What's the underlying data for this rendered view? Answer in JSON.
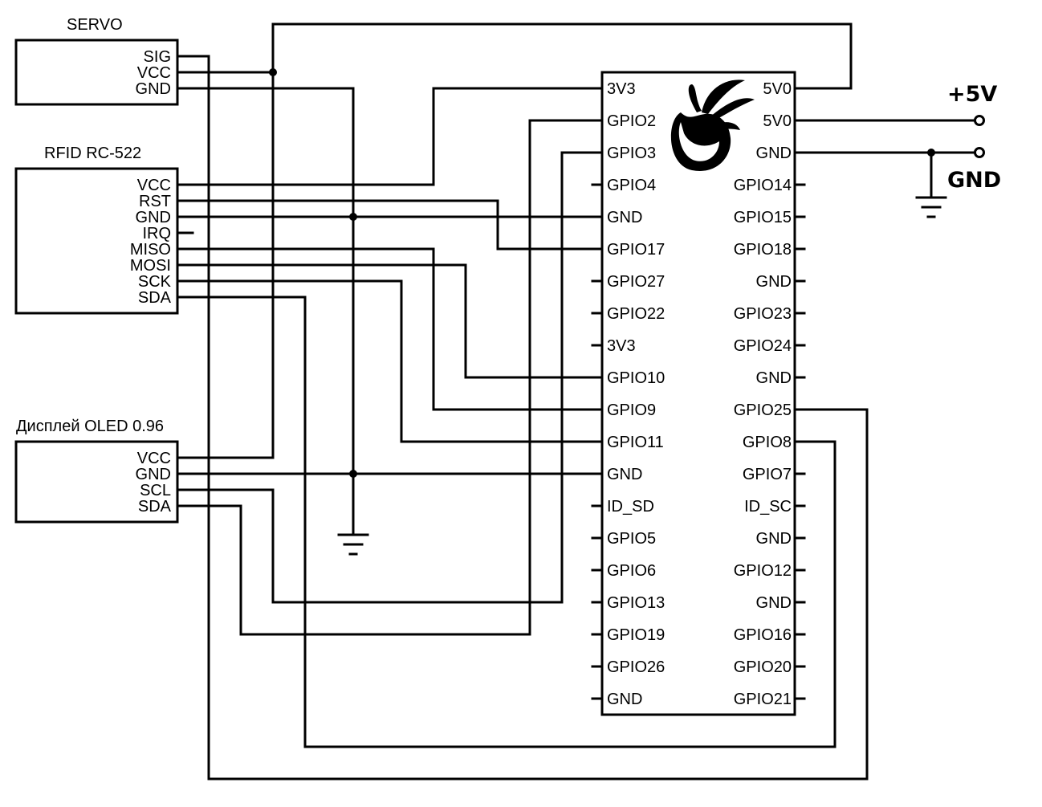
{
  "servo": {
    "title": "SERVO",
    "pins": [
      "SIG",
      "VCC",
      "GND"
    ]
  },
  "rfid": {
    "title": "RFID RC-522",
    "pins": [
      "VCC",
      "RST",
      "GND",
      "IRQ",
      "MISO",
      "MOSI",
      "SCK",
      "SDA"
    ]
  },
  "oled": {
    "title": "Дисплей OLED 0.96",
    "pins": [
      "VCC",
      "GND",
      "SCL",
      "SDA"
    ]
  },
  "pi": {
    "left_pins": [
      "3V3",
      "GPIO2",
      "GPIO3",
      "GPIO4",
      "GND",
      "GPIO17",
      "GPIO27",
      "GPIO22",
      "3V3",
      "GPIO10",
      "GPIO9",
      "GPIO11",
      "GND",
      "ID_SD",
      "GPIO5",
      "GPIO6",
      "GPIO13",
      "GPIO19",
      "GPIO26",
      "GND"
    ],
    "right_pins": [
      "5V0",
      "5V0",
      "GND",
      "GPIO14",
      "GPIO15",
      "GPIO18",
      "GND",
      "GPIO23",
      "GPIO24",
      "GND",
      "GPIO25",
      "GPIO8",
      "GPIO7",
      "ID_SC",
      "GND",
      "GPIO12",
      "GND",
      "GPIO16",
      "GPIO20",
      "GPIO21"
    ]
  },
  "power": {
    "plus5v": "+5V",
    "gnd": "GND"
  }
}
